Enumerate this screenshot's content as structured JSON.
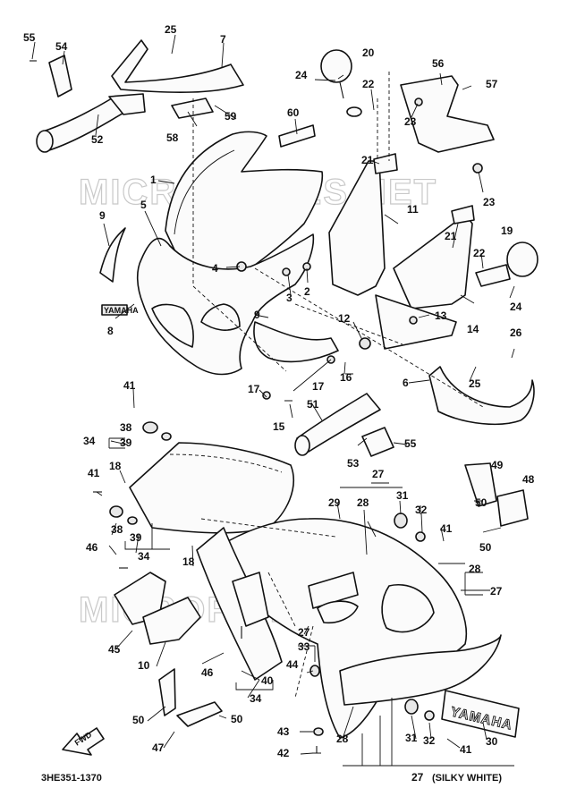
{
  "diagram": {
    "code": "3HE351-1370",
    "color_note": "(SILKY WHITE)",
    "watermark": "MICROFICHES.NET",
    "fwd_label": "FWD",
    "decal_text": "YAMAHA",
    "emblem_text": "YAMAHA",
    "part_numbers": [
      "1",
      "2",
      "3",
      "4",
      "5",
      "6",
      "7",
      "8",
      "9",
      "10",
      "11",
      "12",
      "13",
      "14",
      "15",
      "16",
      "17",
      "18",
      "19",
      "20",
      "21",
      "22",
      "23",
      "24",
      "25",
      "26",
      "27",
      "28",
      "29",
      "30",
      "31",
      "32",
      "33",
      "34",
      "38",
      "39",
      "40",
      "41",
      "42",
      "43",
      "44",
      "45",
      "46",
      "47",
      "48",
      "49",
      "50",
      "51",
      "52",
      "53",
      "54",
      "55",
      "56",
      "57",
      "58",
      "59",
      "60"
    ]
  }
}
